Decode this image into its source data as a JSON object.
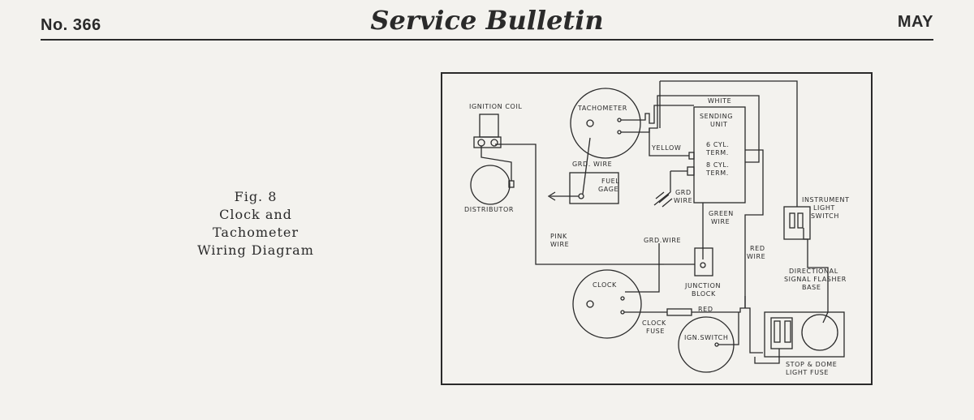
{
  "header": {
    "number": "No. 366",
    "title": "Service Bulletin",
    "month": "MAY"
  },
  "caption": {
    "fig": "Fig. 8",
    "line1": "Clock and",
    "line2": "Tachometer",
    "line3": "Wiring Diagram"
  },
  "diagram": {
    "ignition_coil": "IGNITION COIL",
    "distributor": "DISTRIBUTOR",
    "tachometer": "TACHOMETER",
    "grd_wire_1": "GRD. WIRE",
    "fuel_gage_1": "FUEL",
    "fuel_gage_2": "GAGE",
    "white": "WHITE",
    "sending_unit_1": "SENDING",
    "sending_unit_2": "UNIT",
    "yellow": "YELLOW",
    "six_cyl_1": "6 CYL.",
    "six_cyl_2": "TERM.",
    "eight_cyl_1": "8 CYL.",
    "eight_cyl_2": "TERM.",
    "grd_wire_2a": "GRD",
    "grd_wire_2b": "WIRE",
    "green_wire_1": "GREEN",
    "green_wire_2": "WIRE",
    "instrument_switch_1": "INSTRUMENT",
    "instrument_switch_2": "LIGHT",
    "instrument_switch_3": "SWITCH",
    "pink_wire_1": "PINK",
    "pink_wire_2": "WIRE",
    "grd_wire_3": "GRD.WIRE",
    "red_wire_1": "RED",
    "red_wire_2": "WIRE",
    "junction_block_1": "JUNCTION",
    "junction_block_2": "BLOCK",
    "directional_1": "DIRECTIONAL",
    "directional_2": "SIGNAL FLASHER",
    "directional_3": "BASE",
    "clock": "CLOCK",
    "red": "RED",
    "clock_fuse_1": "CLOCK",
    "clock_fuse_2": "FUSE",
    "ign_switch": "IGN.SWITCH",
    "stop_dome_1": "STOP & DOME",
    "stop_dome_2": "LIGHT FUSE"
  }
}
